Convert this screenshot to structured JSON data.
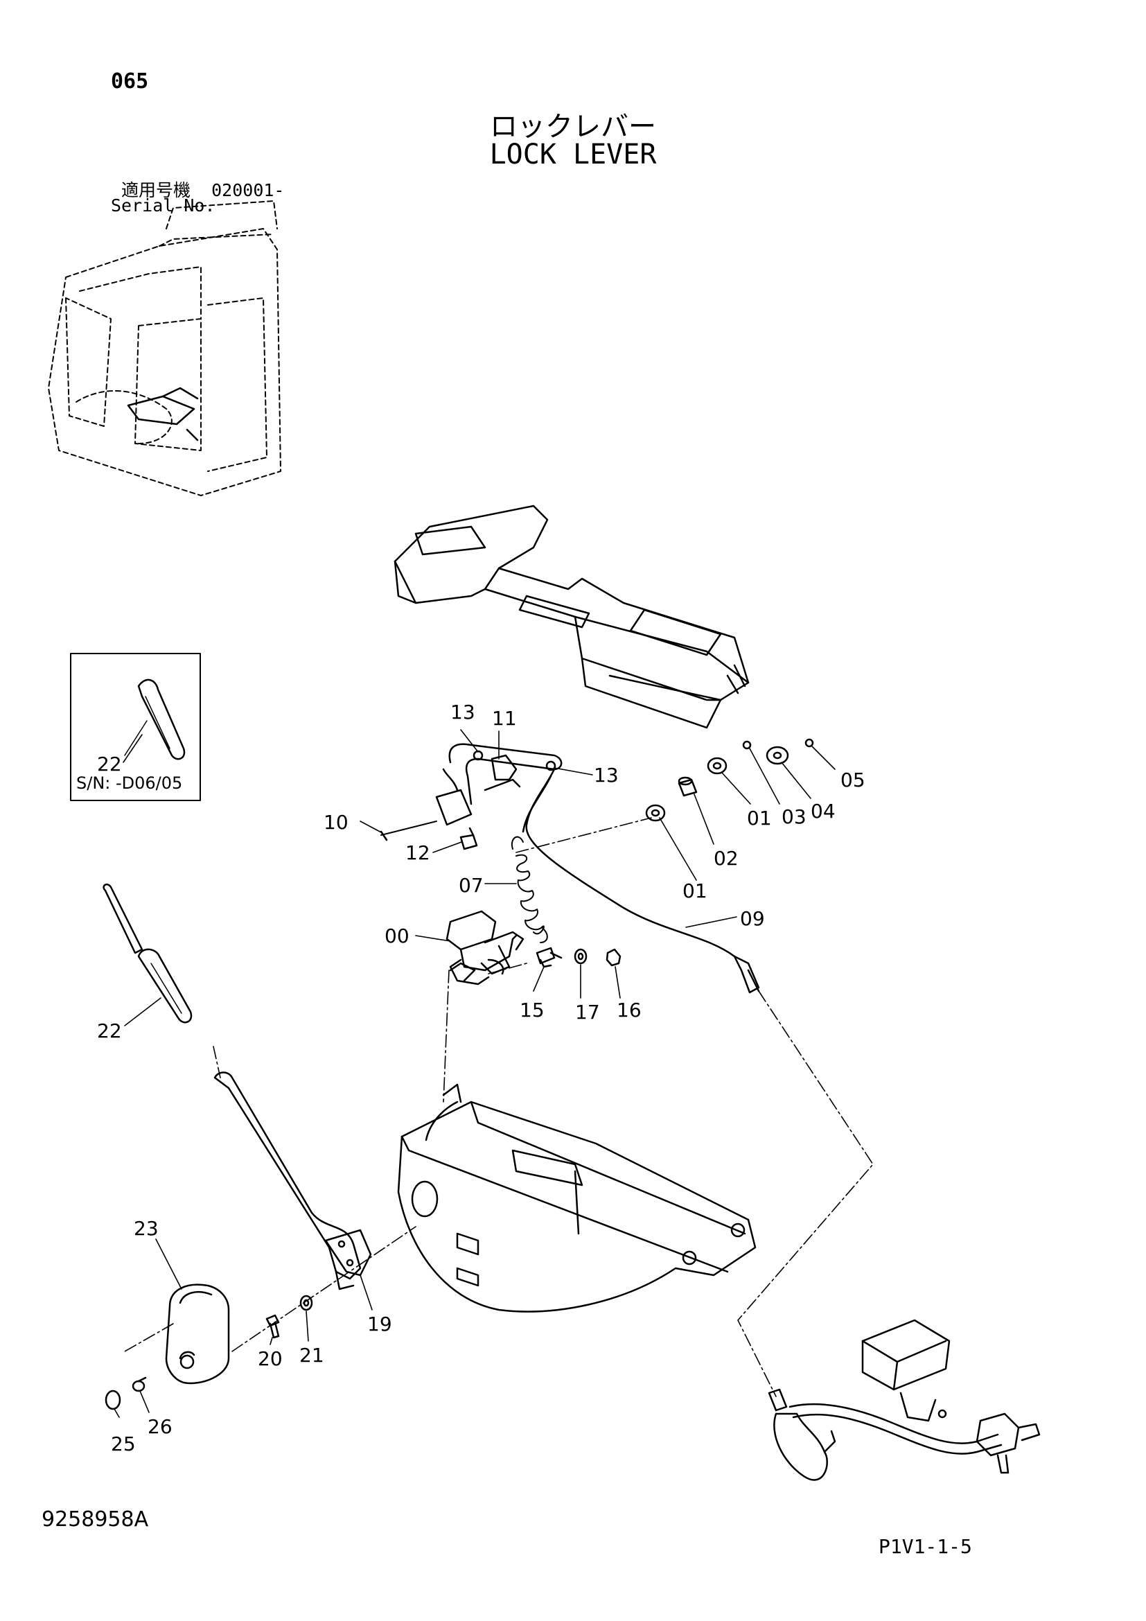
{
  "page_number": "065",
  "title_jp": "ロックレバー",
  "title_en": "LOCK LEVER",
  "serial_label_jp": "適用号機",
  "serial_range": "020001-",
  "serial_label_en": "Serial No.",
  "inset_note": "S/N: -D06/05",
  "document_number": "9258958A",
  "page_code": "P1V1-1-5",
  "callouts": {
    "c00": "00",
    "c01a": "01",
    "c01b": "01",
    "c02": "02",
    "c03": "03",
    "c04": "04",
    "c05": "05",
    "c07": "07",
    "c09": "09",
    "c10": "10",
    "c11": "11",
    "c12": "12",
    "c13a": "13",
    "c13b": "13",
    "c15": "15",
    "c16": "16",
    "c17": "17",
    "c19": "19",
    "c20": "20",
    "c21": "21",
    "c22a": "22",
    "c22b": "22",
    "c23": "23",
    "c25": "25",
    "c26": "26"
  }
}
